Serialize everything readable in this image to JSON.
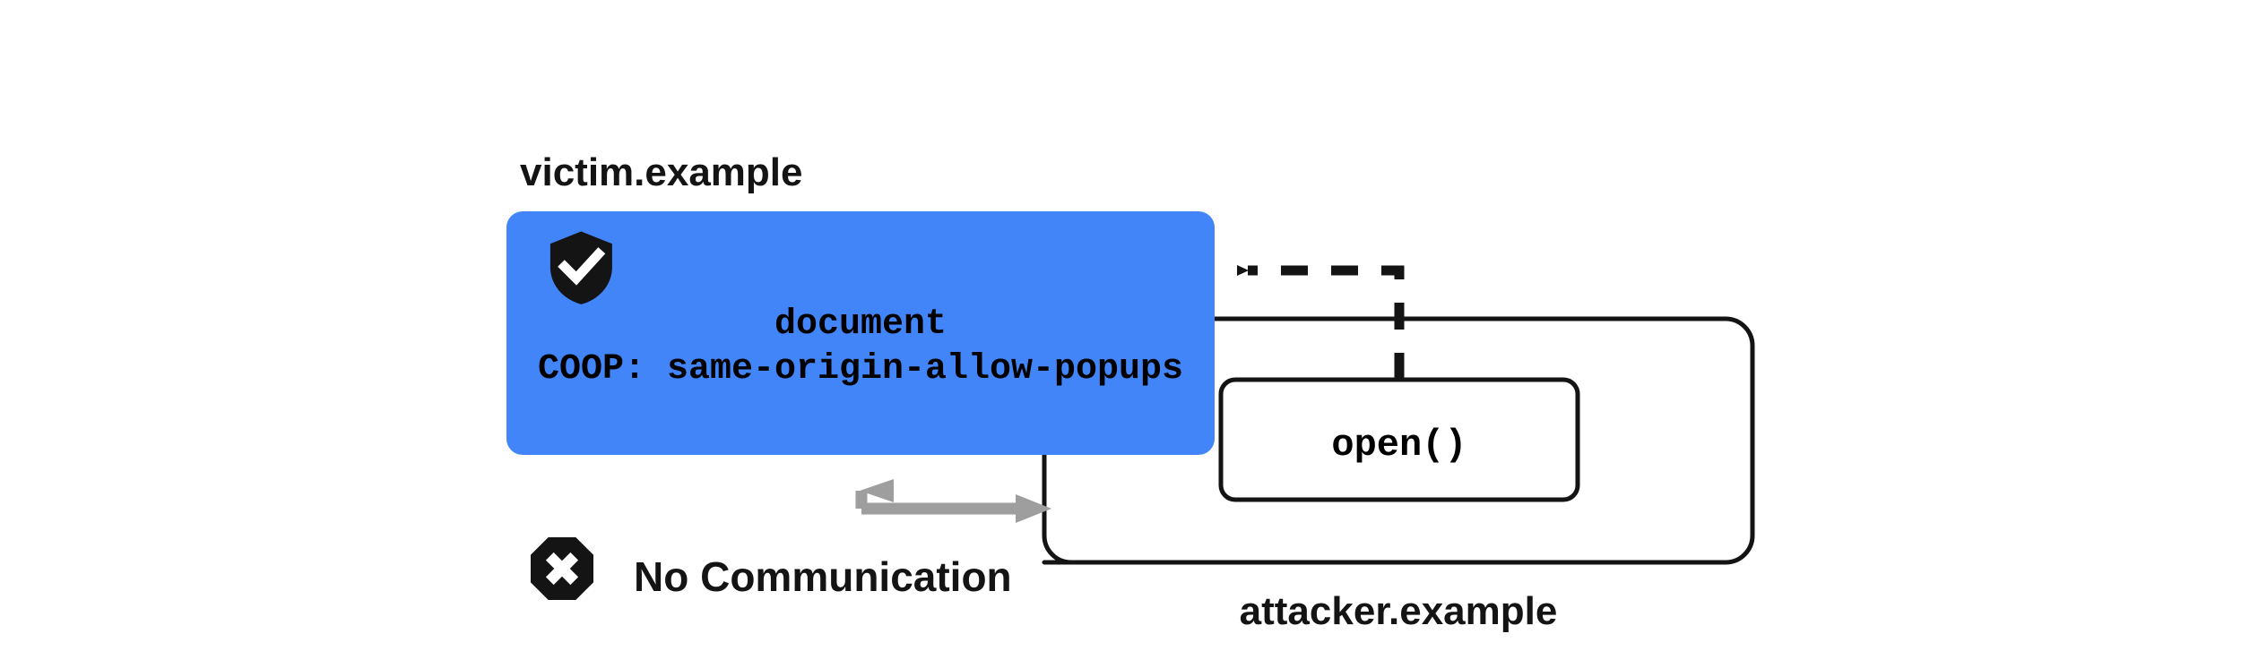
{
  "diagram": {
    "title": "COOP same-origin-allow-popups isolation diagram",
    "colors": {
      "victim_fill": "#4285f8",
      "stroke_dark": "#141414",
      "arrow_gray": "#9e9e9e",
      "background": "#ffffff",
      "icon_white": "#ffffff"
    },
    "victim": {
      "label": "victim.example",
      "document_label": "document",
      "coop_header": "COOP: same-origin-allow-popups",
      "shield_icon": "shield-check-icon"
    },
    "attacker": {
      "label": "attacker.example",
      "open_call": "open()"
    },
    "communication": {
      "label": "No Communication",
      "icon": "octagon-x-icon"
    },
    "connectors": {
      "dashed_open_to_victim": "open()-opens-victim",
      "gray_blocked": "blocked-two-way-communication"
    }
  }
}
